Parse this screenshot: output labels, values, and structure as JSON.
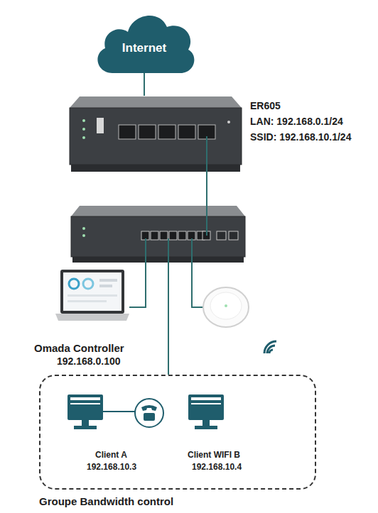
{
  "diagram": {
    "nodes": [
      {
        "text": [
          "Internet"
        ]
      },
      {
        "text": [
          "ER605",
          "LAN: 192.168.0.1/24",
          "SSID: 192.168.10.1/24"
        ]
      },
      {
        "text": [
          "Omada Controller",
          "192.168.0.100"
        ]
      },
      {
        "text": [
          "Groupe Bandwidth control"
        ]
      },
      {
        "text": [
          "Client A",
          "192.168.10.3"
        ],
        "in": 3
      },
      {
        "text": [
          "Client WIFI B",
          "192.168.10.4"
        ],
        "in": 3
      }
    ],
    "edges": [
      {
        "from": 0,
        "to": 1,
        "arrow": "none"
      }
    ]
  }
}
